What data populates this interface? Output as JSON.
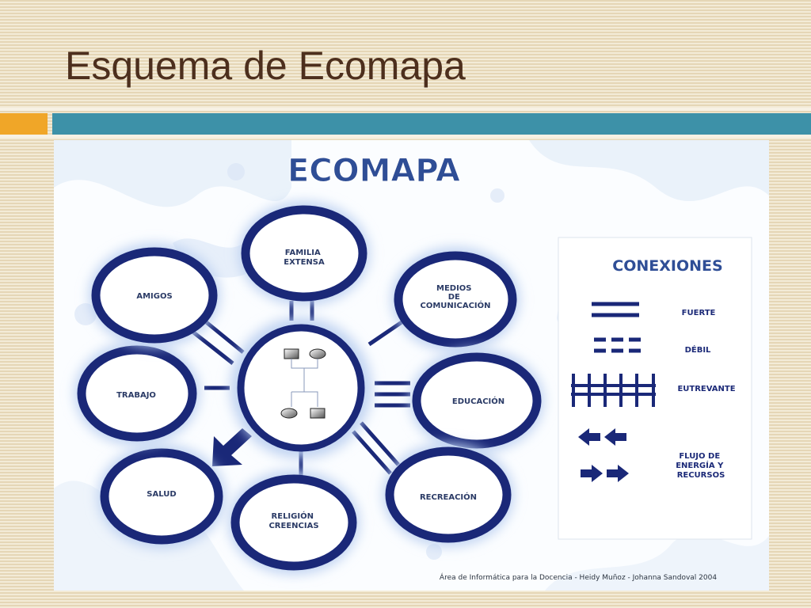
{
  "slide": {
    "title": "Esquema de Ecomapa"
  },
  "diagram": {
    "heading": "ECOMAPA",
    "nodes": {
      "familia": [
        "FAMILIA",
        "EXTENSA"
      ],
      "medios": [
        "MEDIOS",
        "DE",
        "COMUNICACIÓN"
      ],
      "educacion": [
        "EDUCACIÓN"
      ],
      "recreacion": [
        "RECREACIÓN"
      ],
      "religion": [
        "RELIGIÓN",
        "CREENCIAS"
      ],
      "salud": [
        "SALUD"
      ],
      "trabajo": [
        "TRABAJO"
      ],
      "amigos": [
        "AMIGOS"
      ]
    },
    "legend": {
      "title": "CONEXIONES",
      "fuerte": "FUERTE",
      "debil": "DÉBIL",
      "estresante": "EUTREVANTE",
      "flujo": [
        "FLUJO DE",
        "ENERGÍA Y",
        "RECURSOS"
      ]
    },
    "credit": "Área de Informática para la Docencia - Heidy Muñoz - Johanna Sandoval 2004",
    "colors": {
      "ring": "#1a2878",
      "glow": "#a9c4ec",
      "heading": "#2f4e96",
      "label": "#2b3b66"
    }
  }
}
